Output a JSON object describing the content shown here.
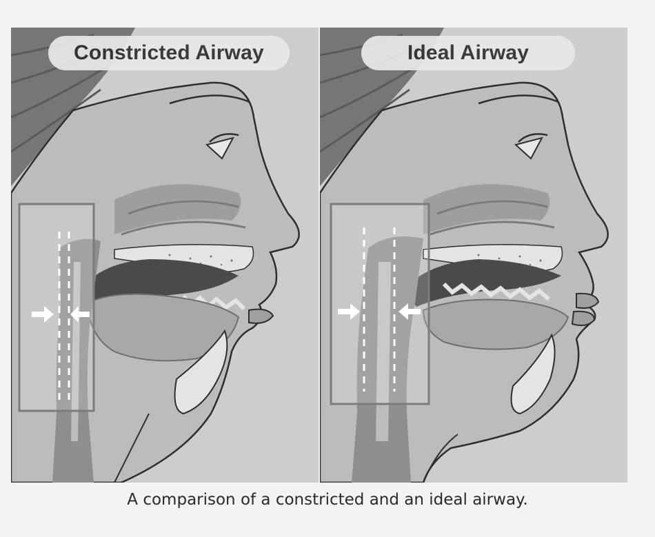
{
  "panels": [
    {
      "title": "Constricted Airway",
      "airway_state": "constricted"
    },
    {
      "title": "Ideal Airway",
      "airway_state": "open"
    }
  ],
  "caption": "A comparison of a constricted and an ideal airway.",
  "colors": {
    "background": "#f3f3f1",
    "skin": "#bdbdbb",
    "skin_dark": "#8d8d8b",
    "hair": "#6e6e6c",
    "outline": "#2d2d2d",
    "bone": "#e4e4e2",
    "marker_dash": "#ffffff",
    "box_stroke": "#7c7c7a"
  },
  "icons": {
    "airway_arrows": "arrow-pair-icon",
    "inset_box": "zoom-box"
  }
}
